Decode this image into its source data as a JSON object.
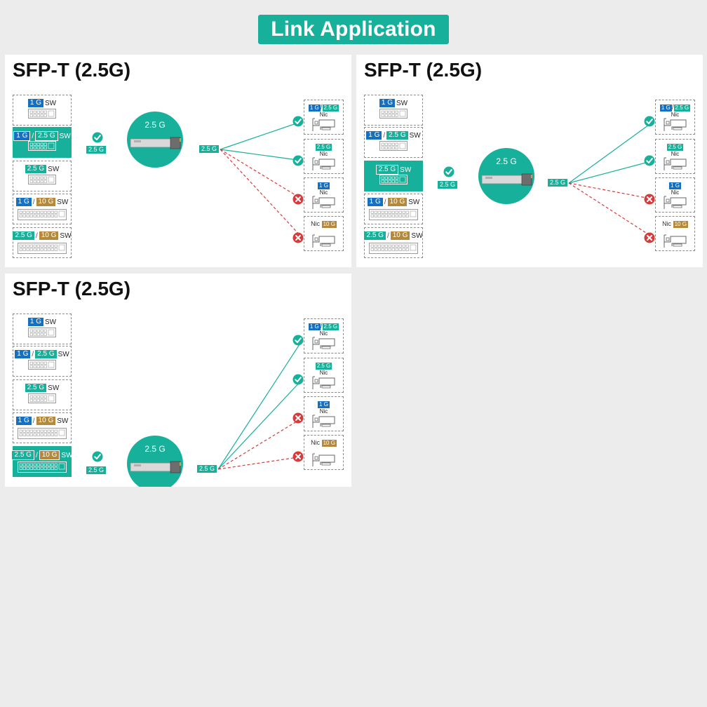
{
  "title": "Link Application",
  "colors": {
    "teal": "#17b09b",
    "blue": "#1670c2",
    "gold": "#b4893c",
    "fail": "#d93a3a",
    "background": "#ececec"
  },
  "panels": [
    {
      "title": "SFP-T (2.5G)",
      "module_label": "2.5 G",
      "tag_label": "2.5 G",
      "active_switch": 1,
      "switches": [
        {
          "badges": [
            "1 G"
          ],
          "text": "SW"
        },
        {
          "badges": [
            "1 G",
            "2.5 G"
          ],
          "text": "SW"
        },
        {
          "badges": [
            "2.5 G"
          ],
          "text": "SW"
        },
        {
          "badges": [
            "1 G",
            "10 G"
          ],
          "text": "SW"
        },
        {
          "badges": [
            "2.5 G",
            "10 G"
          ],
          "text": "SW"
        }
      ]
    },
    {
      "title": "SFP-T (2.5G)",
      "module_label": "2.5 G",
      "tag_label": "2.5 G",
      "active_switch": 2,
      "switches": [
        {
          "badges": [
            "1 G"
          ],
          "text": "SW"
        },
        {
          "badges": [
            "1 G",
            "2.5 G"
          ],
          "text": "SW"
        },
        {
          "badges": [
            "2.5 G"
          ],
          "text": "SW"
        },
        {
          "badges": [
            "1 G",
            "10 G"
          ],
          "text": "SW"
        },
        {
          "badges": [
            "2.5 G",
            "10 G"
          ],
          "text": "SW"
        }
      ]
    },
    {
      "title": "SFP-T (2.5G)",
      "module_label": "2.5 G",
      "tag_label": "2.5 G",
      "active_switch": 4,
      "switches": [
        {
          "badges": [
            "1 G"
          ],
          "text": "SW"
        },
        {
          "badges": [
            "1 G",
            "2.5 G"
          ],
          "text": "SW"
        },
        {
          "badges": [
            "2.5 G"
          ],
          "text": "SW"
        },
        {
          "badges": [
            "1 G",
            "10 G"
          ],
          "text": "SW"
        },
        {
          "badges": [
            "2.5 G",
            "10 G"
          ],
          "text": "SW"
        }
      ]
    }
  ],
  "nics": [
    {
      "badges": [
        "1 G",
        "2.5 G"
      ],
      "text": "Nic",
      "status": "ok"
    },
    {
      "badges": [
        "2.5 G"
      ],
      "text": "Nic",
      "status": "ok"
    },
    {
      "badges": [
        "1 G"
      ],
      "text": "Nic",
      "status": "fail"
    },
    {
      "badges": [
        "10 G"
      ],
      "text": "Nic",
      "status": "fail"
    }
  ],
  "icons": [
    "check-icon",
    "cross-icon",
    "switch-icon",
    "nic-card-icon",
    "sfp-module-icon"
  ]
}
